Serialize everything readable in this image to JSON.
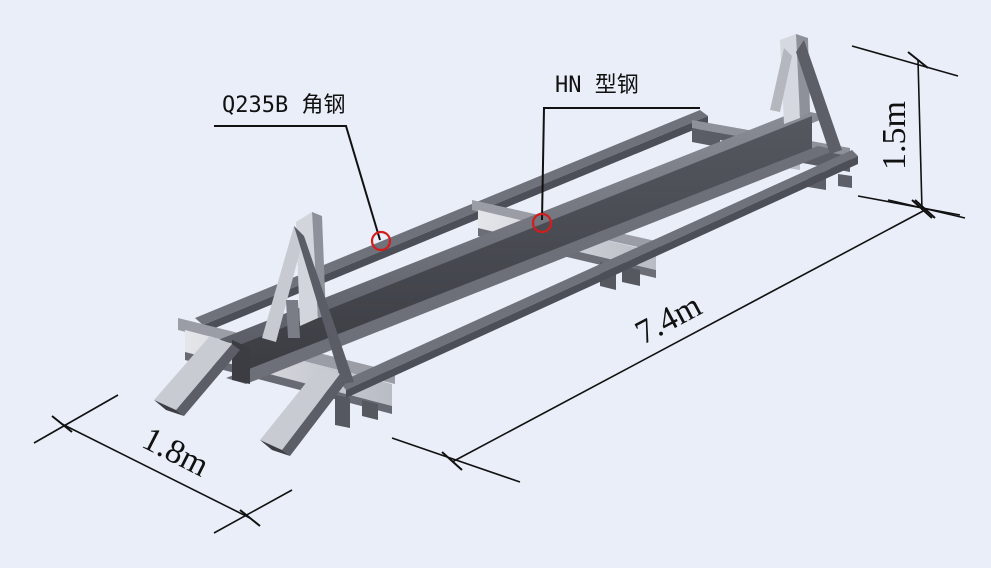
{
  "diagram": {
    "callouts": [
      {
        "id": "angle-steel",
        "label": "Q235B 角钢"
      },
      {
        "id": "hn-steel",
        "label": "HN 型钢"
      }
    ],
    "dimensions": {
      "width": "1.8m",
      "length": "7.4m",
      "height": "1.5m"
    },
    "colors": {
      "background": "#e9eef9",
      "steel_dark": "#4a4d55",
      "steel_mid": "#7d8089",
      "steel_light": "#c9ccd3",
      "marker": "#d41c1c",
      "line": "#111111"
    }
  }
}
